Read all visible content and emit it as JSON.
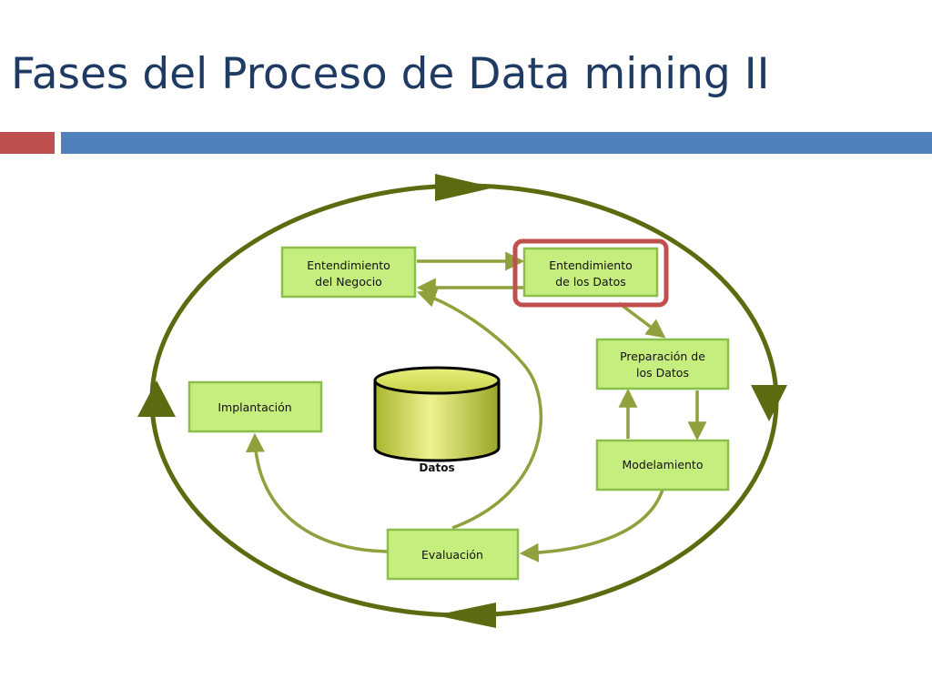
{
  "slide": {
    "title": "Fases del Proceso de Data mining II"
  },
  "diagram": {
    "phases": {
      "business_understanding": [
        "Entendimiento",
        "del Negocio"
      ],
      "data_understanding": [
        "Entendimiento",
        "de los Datos"
      ],
      "data_preparation": [
        "Preparación de",
        "los Datos"
      ],
      "modeling": "Modelamiento",
      "evaluation": "Evaluación",
      "deployment": "Implantación"
    },
    "database_label": "Datos",
    "highlighted_phase": "data_understanding"
  },
  "colors": {
    "title": "#1f3b63",
    "accent_red": "#c0504d",
    "accent_blue": "#4f81bd",
    "box_fill": "#c6ee7e",
    "box_border": "#8cbe4a",
    "outer_cycle": "#5c6b0f",
    "inner_arrow": "#8fa03c",
    "highlight": "#c0504d",
    "cylinder": "#d9e36a"
  }
}
